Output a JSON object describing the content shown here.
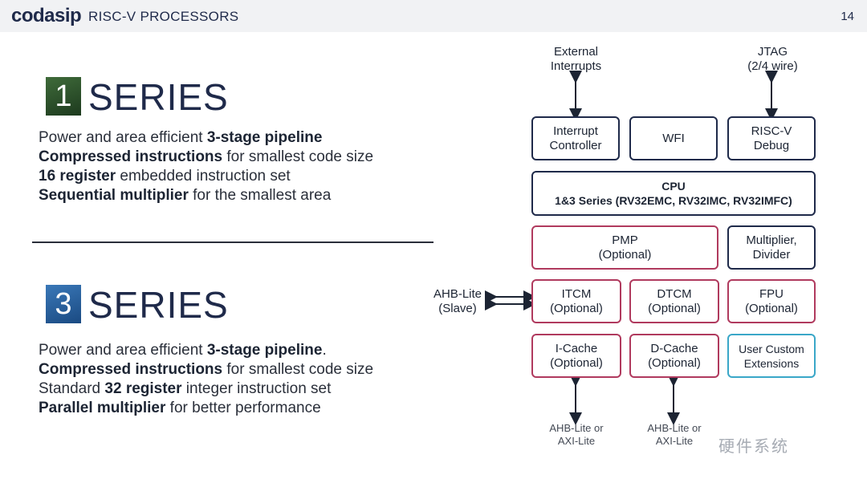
{
  "header": {
    "logo": "codasip",
    "title": "RISC-V PROCESSORS",
    "page_number": "14"
  },
  "series1": {
    "badge": "1",
    "word": "SERIES",
    "lines": [
      {
        "bold": "",
        "pre": "Power and area efficient ",
        "b": "3-stage pipeline",
        "post": ""
      },
      {
        "pre": "",
        "b": "Compressed instructions",
        "post": " for smallest code size"
      },
      {
        "pre": "",
        "b": "16 register",
        "post": " embedded instruction set"
      },
      {
        "pre": "",
        "b": "Sequential multiplier",
        "post": " for the smallest area"
      }
    ]
  },
  "series3": {
    "badge": "3",
    "word": "SERIES",
    "lines": [
      {
        "pre": "Power and area efficient ",
        "b": "3-stage pipeline",
        "post": "."
      },
      {
        "pre": "",
        "b": "Compressed instructions",
        "post": " for smallest code size"
      },
      {
        "pre": "Standard ",
        "b": "32 register",
        "post": " integer instruction set"
      },
      {
        "pre": "",
        "b": "Parallel multiplier",
        "post": " for better performance"
      }
    ]
  },
  "diagram": {
    "ext_interrupts": "External\nInterrupts",
    "jtag": "JTAG\n(2/4 wire)",
    "interrupt_controller": "Interrupt\nController",
    "wfi": "WFI",
    "riscv_debug": "RISC-V\nDebug",
    "cpu_title": "CPU",
    "cpu_sub": "1&3 Series (RV32EMC, RV32IMC, RV32IMFC)",
    "pmp": "PMP\n(Optional)",
    "mul_div": "Multiplier,\nDivider",
    "ahb_slave": "AHB-Lite\n(Slave)",
    "itcm": "ITCM\n(Optional)",
    "dtcm": "DTCM\n(Optional)",
    "fpu": "FPU\n(Optional)",
    "icache": "I-Cache\n(Optional)",
    "dcache": "D-Cache\n(Optional)",
    "custom_ext": "User Custom\nExtensions",
    "bus_left": "AHB-Lite or\nAXI-Lite",
    "bus_right": "AHB-Lite or\nAXI-Lite"
  },
  "watermark": "硬件系统"
}
